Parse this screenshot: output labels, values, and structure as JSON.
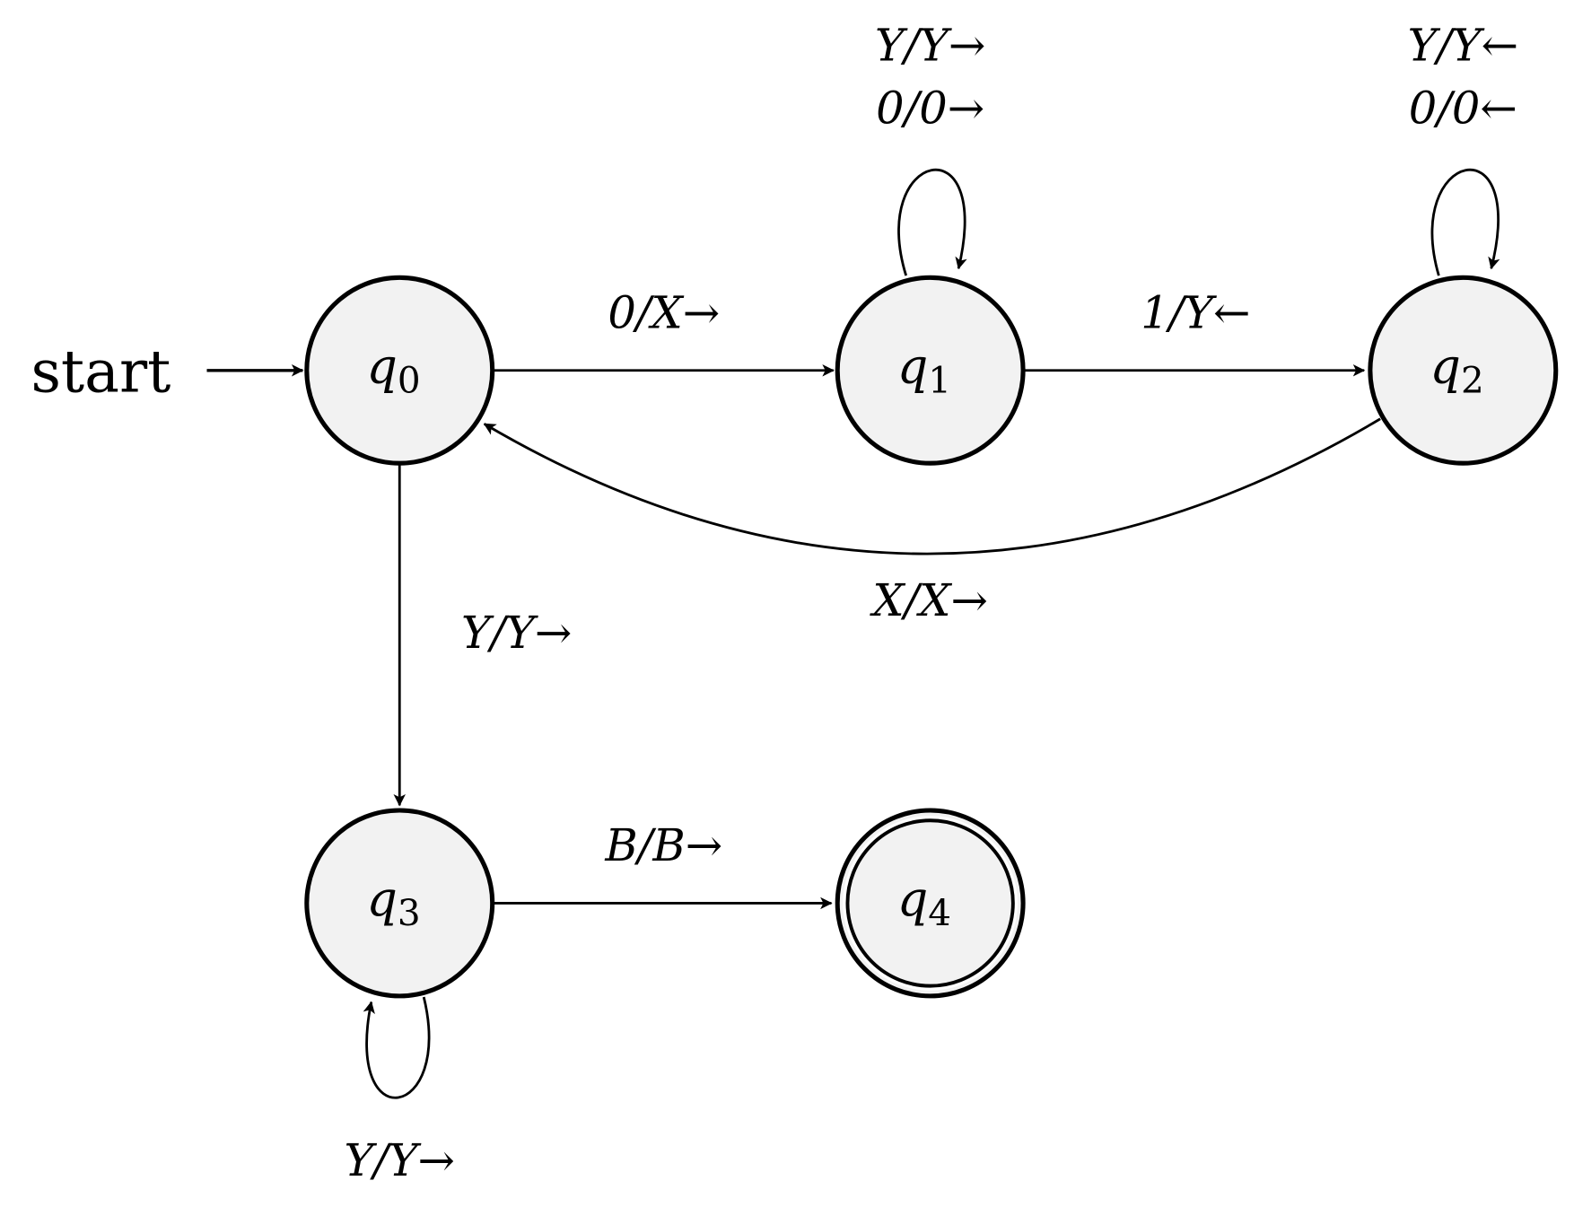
{
  "start_label": "start",
  "states": [
    {
      "id": "q0",
      "name": "q",
      "sub": "0",
      "accepting": false
    },
    {
      "id": "q1",
      "name": "q",
      "sub": "1",
      "accepting": false
    },
    {
      "id": "q2",
      "name": "q",
      "sub": "2",
      "accepting": false
    },
    {
      "id": "q3",
      "name": "q",
      "sub": "3",
      "accepting": false
    },
    {
      "id": "q4",
      "name": "q",
      "sub": "4",
      "accepting": true
    }
  ],
  "edges": [
    {
      "from": "q0",
      "to": "q1",
      "labels": [
        "0/X→"
      ]
    },
    {
      "from": "q1",
      "to": "q2",
      "labels": [
        "1/Y←"
      ]
    },
    {
      "from": "q2",
      "to": "q0",
      "labels": [
        "X/X→"
      ]
    },
    {
      "from": "q0",
      "to": "q3",
      "labels": [
        "Y/Y→"
      ]
    },
    {
      "from": "q3",
      "to": "q4",
      "labels": [
        "B/B→"
      ]
    },
    {
      "from": "q1",
      "to": "q1",
      "labels": [
        "Y/Y→",
        "0/0→"
      ]
    },
    {
      "from": "q2",
      "to": "q2",
      "labels": [
        "Y/Y←",
        "0/0←"
      ]
    },
    {
      "from": "q3",
      "to": "q3",
      "labels": [
        "Y/Y→"
      ]
    }
  ],
  "colors": {
    "state_fill": "#f2f2f2",
    "stroke": "#000000"
  }
}
